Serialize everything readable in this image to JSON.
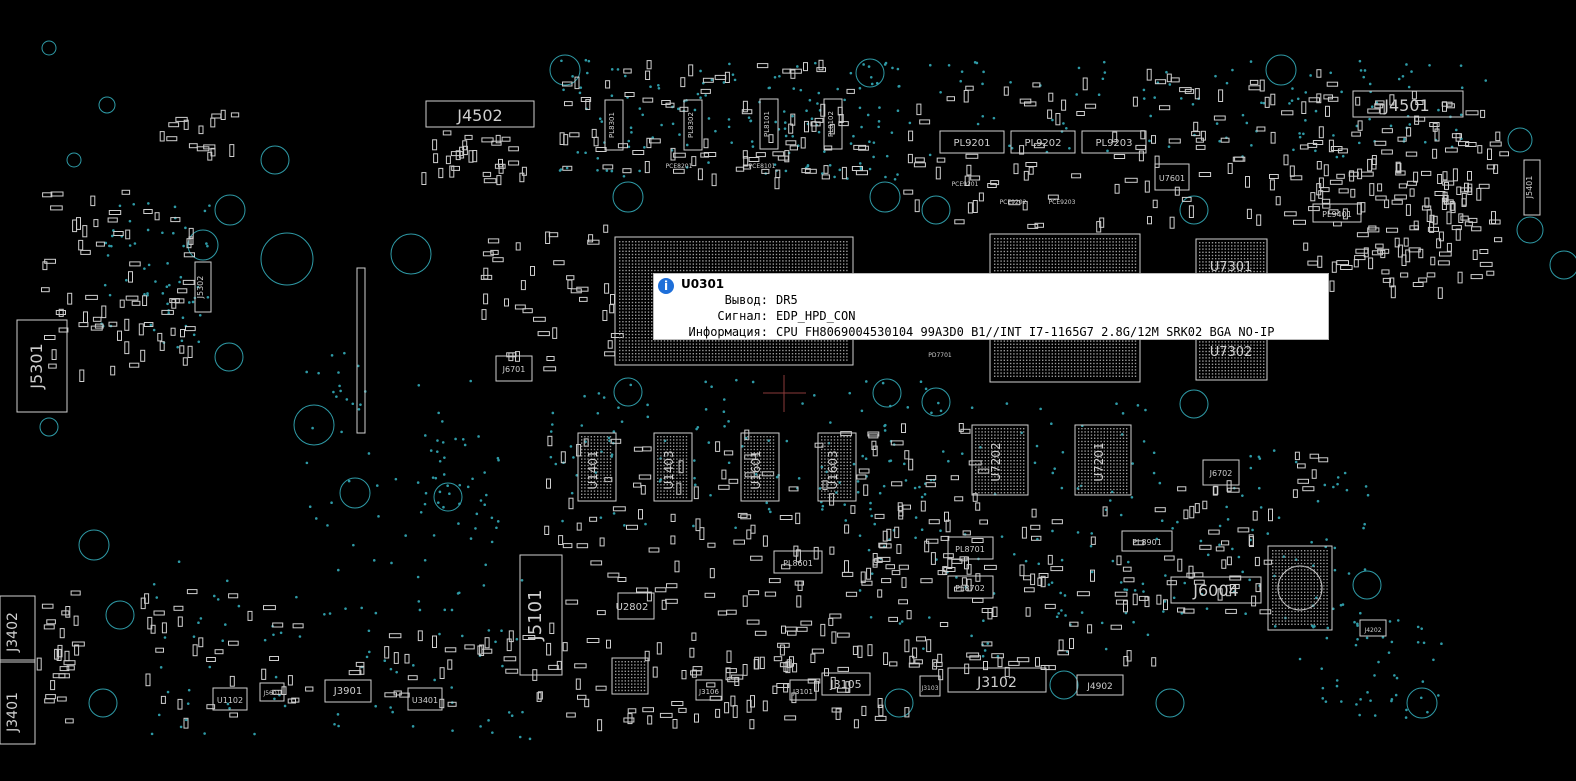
{
  "viewer": {
    "background": "#000000",
    "outline_color": "#cfcfcf",
    "via_color": "#2e9aa6",
    "crosshair_color": "#8a3a3a"
  },
  "components": {
    "large": [
      "J4502",
      "J4501",
      "J5301",
      "J5101",
      "J3102",
      "J6004",
      "J6701",
      "J6702",
      "J4902",
      "J3901",
      "J3105",
      "J3401",
      "J3402"
    ],
    "ic": [
      "U7301",
      "U7302",
      "U7202",
      "U7201",
      "U1401",
      "U1403",
      "U1601",
      "U1603",
      "U2802",
      "U1102",
      "U3401",
      "U7601"
    ],
    "small": [
      "PL9201",
      "PL9202",
      "PL9203",
      "PL8701",
      "PL8702",
      "PL8901",
      "PL8601",
      "PL9401",
      "PL8101",
      "PL8102",
      "PL8301",
      "PL8302",
      "J3101",
      "J3106",
      "J3103",
      "J4202",
      "J5302",
      "J5401",
      "PCE8201",
      "PCE8101",
      "PCE9201",
      "PCE9202",
      "PCE9203",
      "PD7701",
      "J5601"
    ]
  },
  "tooltip": {
    "icon": "info-icon",
    "title": "U0301",
    "rows": [
      {
        "label": "Вывод:",
        "value": "DR5"
      },
      {
        "label": "Сигнал:",
        "value": "EDP_HPD_CON"
      },
      {
        "label": "Информация:",
        "value": "CPU FH8069004530104 99A3D0 B1//INT I7-1165G7 2.8G/12M SRK02 BGA NO-IP"
      }
    ]
  }
}
